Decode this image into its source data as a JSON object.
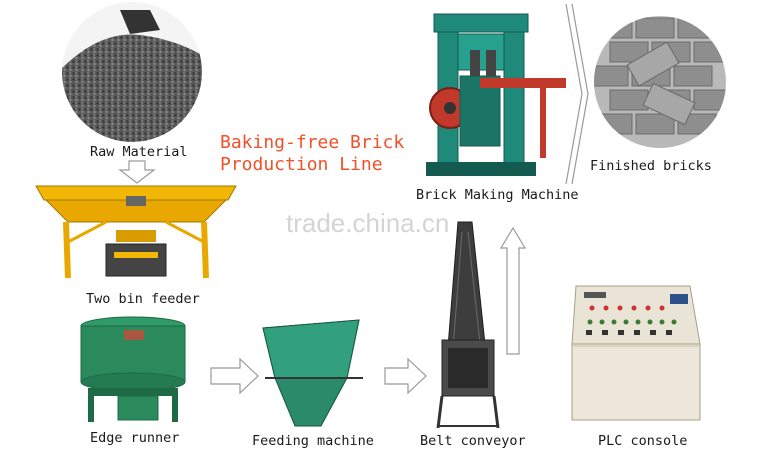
{
  "title": {
    "line1": "Baking-free Brick",
    "line2": "Production Line"
  },
  "watermark": "trade.china.cn",
  "stages": {
    "raw_material": "Raw Material",
    "two_bin_feeder": "Two bin feeder",
    "edge_runner": "Edge runner",
    "feeding_machine": "Feeding machine",
    "belt_conveyor": "Belt conveyor",
    "plc_console": "PLC console",
    "brick_making_machine": "Brick Making Machine",
    "finished_bricks": "Finished bricks"
  },
  "colors": {
    "title": "#f0502a",
    "machine_teal": "#1f8a7a",
    "machine_green": "#2f7f5a",
    "feeder_yellow": "#f2b705",
    "gravel": "#555555",
    "brick_gray": "#8e8e8e",
    "console": "#e9e4d6"
  }
}
